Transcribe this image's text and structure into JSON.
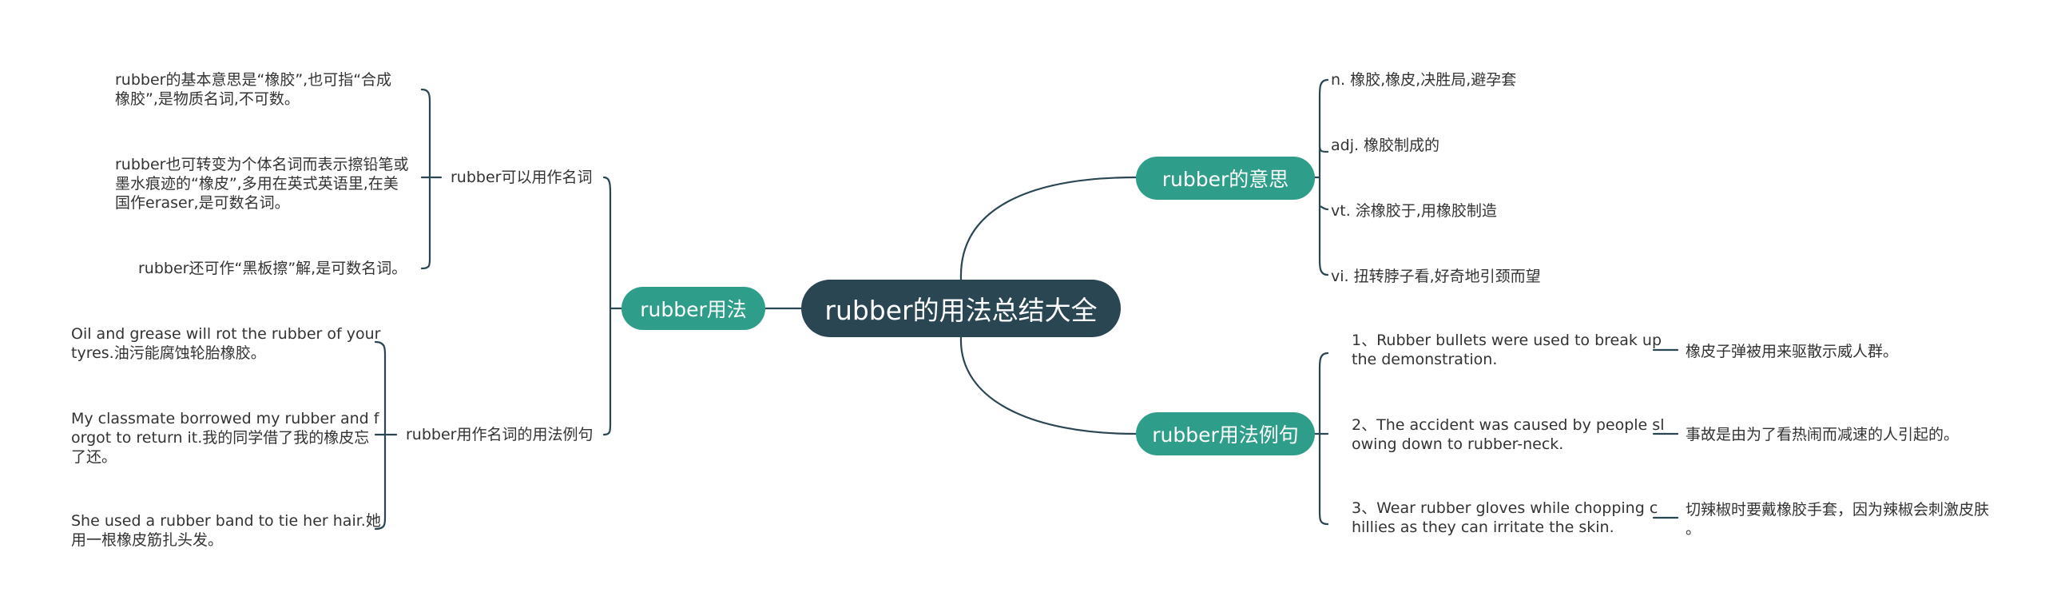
{
  "central": "rubber的用法总结大全",
  "branches": {
    "meaning": {
      "label": "rubber的意思",
      "items": [
        "n. 橡胶,橡皮,决胜局,避孕套",
        "adj. 橡胶制成的",
        "vt. 涂橡胶于,用橡胶制造",
        "vi. 扭转脖子看,好奇地引颈而望"
      ]
    },
    "examples": {
      "label": "rubber用法例句",
      "items": [
        {
          "en": [
            "1、Rubber bullets were used to break up",
            "the demonstration."
          ],
          "zh": [
            "橡皮子弹被用来驱散示威人群。"
          ]
        },
        {
          "en": [
            "2、The accident was caused by people sl",
            "owing down to rubber-neck."
          ],
          "zh": [
            "事故是由为了看热闹而减速的人引起的。"
          ]
        },
        {
          "en": [
            "3、Wear rubber gloves while chopping c",
            "hillies as they can irritate the skin."
          ],
          "zh": [
            "切辣椒时要戴橡胶手套，因为辣椒会刺激皮肤",
            "。"
          ]
        }
      ]
    },
    "usage": {
      "label": "rubber用法",
      "noun": {
        "label": "rubber可以用作名词",
        "items": [
          [
            "rubber的基本意思是“橡胶”,也可指“合成",
            "橡胶”,是物质名词,不可数。"
          ],
          [
            "rubber也可转变为个体名词而表示擦铅笔或",
            "墨水痕迹的“橡皮”,多用在英式英语里,在美",
            "国作eraser,是可数名词。"
          ],
          [
            "rubber还可作“黑板擦”解,是可数名词。"
          ]
        ]
      },
      "sentences": {
        "label": "rubber用作名词的用法例句",
        "items": [
          [
            "Oil and grease will rot the rubber of your",
            "tyres.油污能腐蚀轮胎橡胶。"
          ],
          [
            "My classmate borrowed my rubber and f",
            "orgot to return it.我的同学借了我的橡皮忘",
            "了还。"
          ],
          [
            "She used a rubber band to tie her hair.她",
            "用一根橡皮筋扎头发。"
          ]
        ]
      }
    }
  },
  "colors": {
    "central_bg": "#2a4653",
    "branch_bg": "#2e9e8a",
    "line": "#2a4653",
    "text": "#333333"
  }
}
